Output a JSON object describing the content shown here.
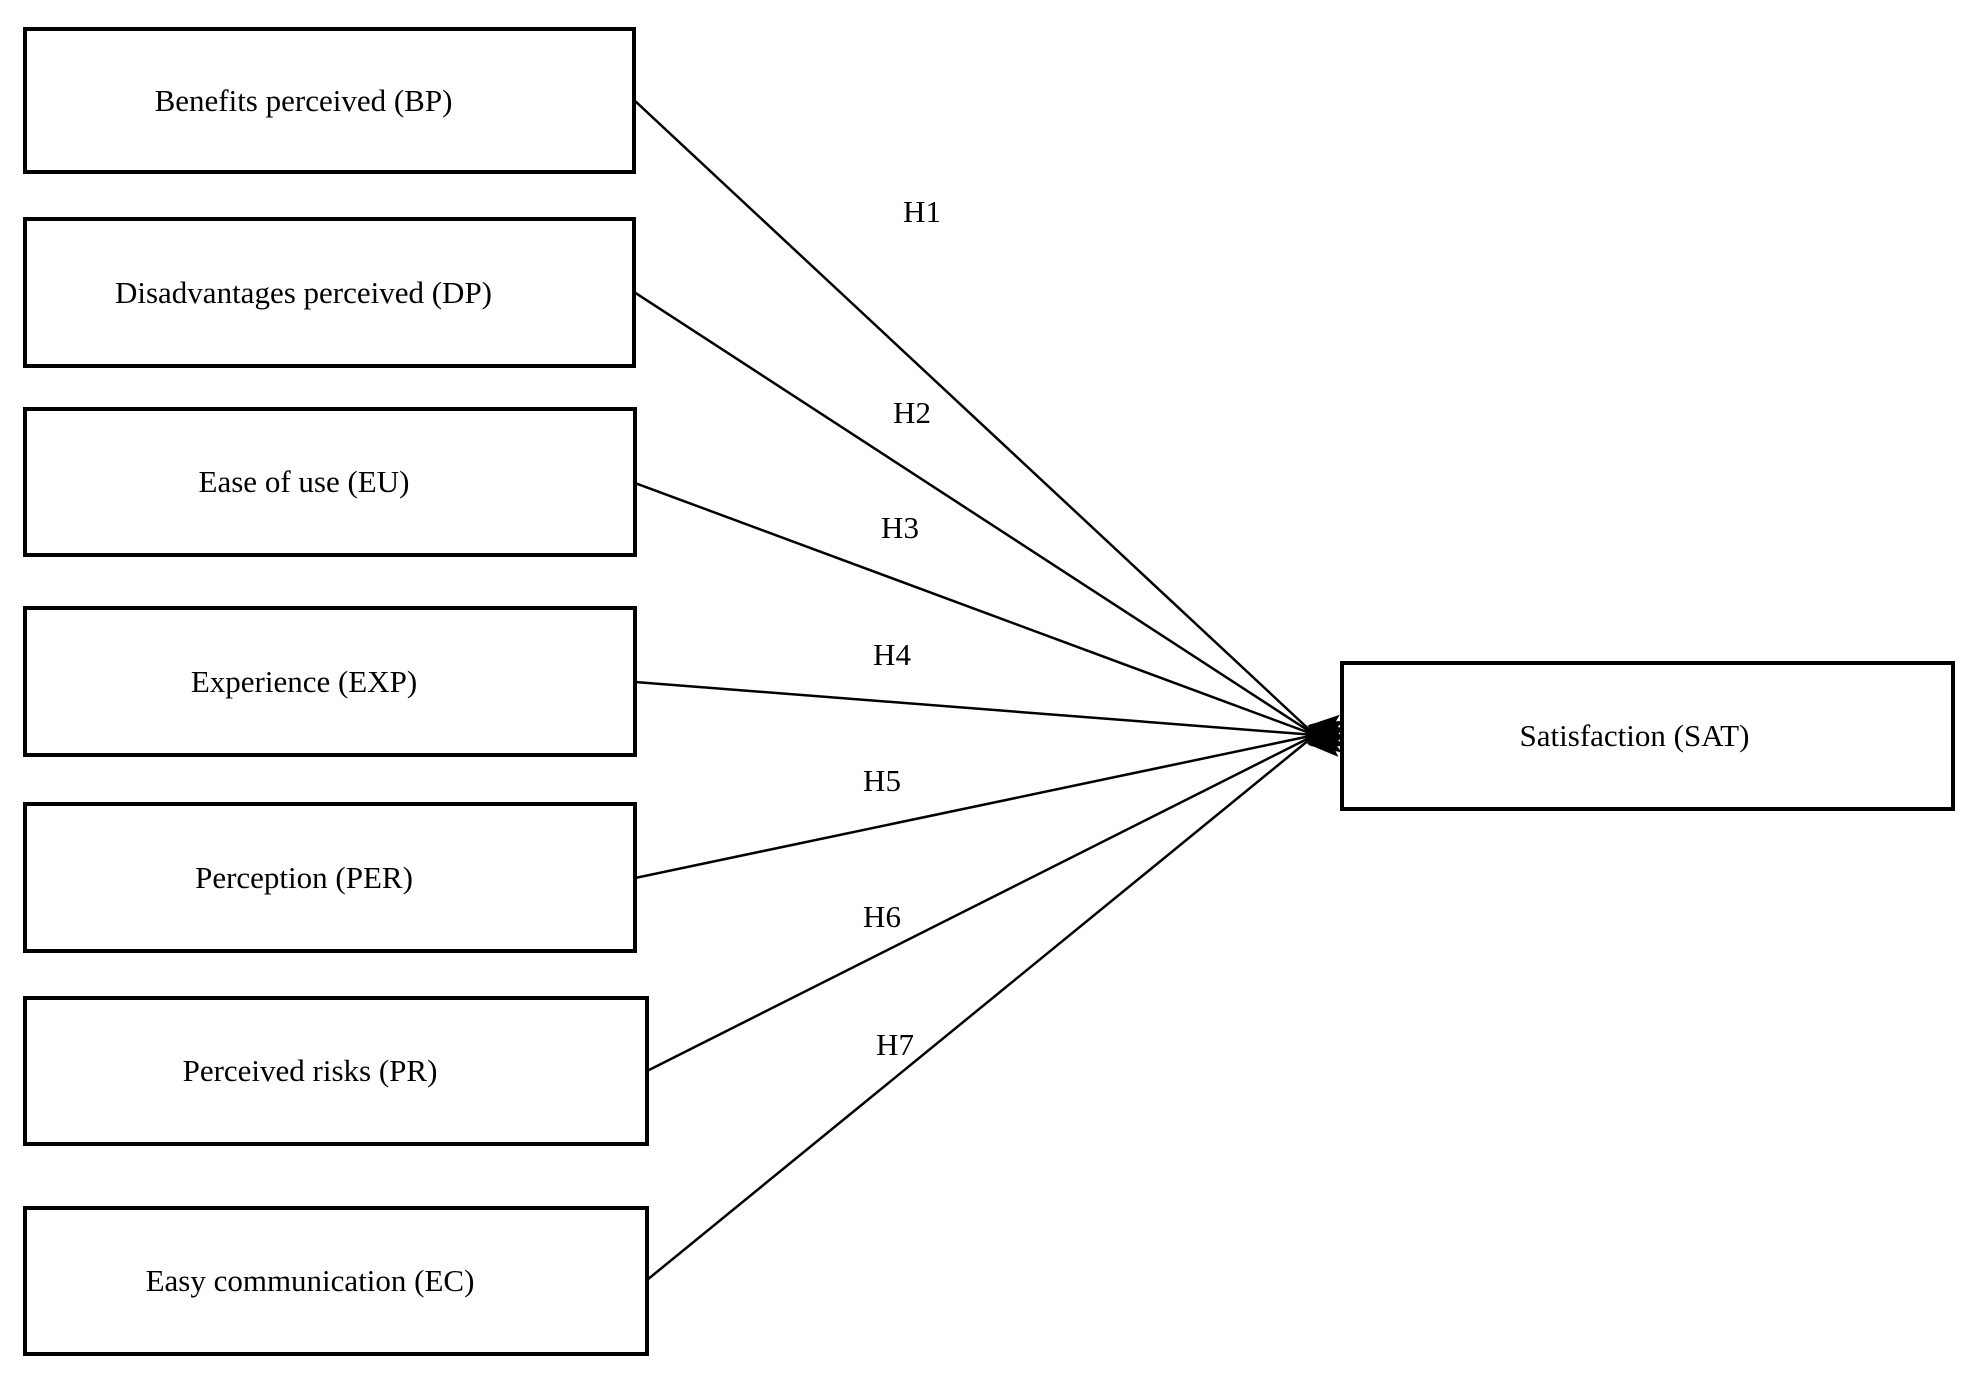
{
  "diagram": {
    "predictors": [
      {
        "id": "BP",
        "label": "Benefits perceived (BP)"
      },
      {
        "id": "DP",
        "label": "Disadvantages perceived (DP)"
      },
      {
        "id": "EU",
        "label": "Ease of use (EU)"
      },
      {
        "id": "EXP",
        "label": "Experience (EXP)"
      },
      {
        "id": "PER",
        "label": "Perception (PER)"
      },
      {
        "id": "PR",
        "label": "Perceived risks (PR)"
      },
      {
        "id": "EC",
        "label": "Easy communication (EC)"
      }
    ],
    "outcome": {
      "id": "SAT",
      "label": "Satisfaction (SAT)"
    },
    "edges": [
      {
        "label": "H1",
        "from": "BP",
        "to": "SAT"
      },
      {
        "label": "H2",
        "from": "DP",
        "to": "SAT"
      },
      {
        "label": "H3",
        "from": "EU",
        "to": "SAT"
      },
      {
        "label": "H4",
        "from": "EXP",
        "to": "SAT"
      },
      {
        "label": "H5",
        "from": "PER",
        "to": "SAT"
      },
      {
        "label": "H6",
        "from": "PR",
        "to": "SAT"
      },
      {
        "label": "H7",
        "from": "EC",
        "to": "SAT"
      }
    ],
    "colors": {
      "background": "#ffffff",
      "box_border": "#000000",
      "line": "#000000",
      "text": "#000000"
    }
  }
}
